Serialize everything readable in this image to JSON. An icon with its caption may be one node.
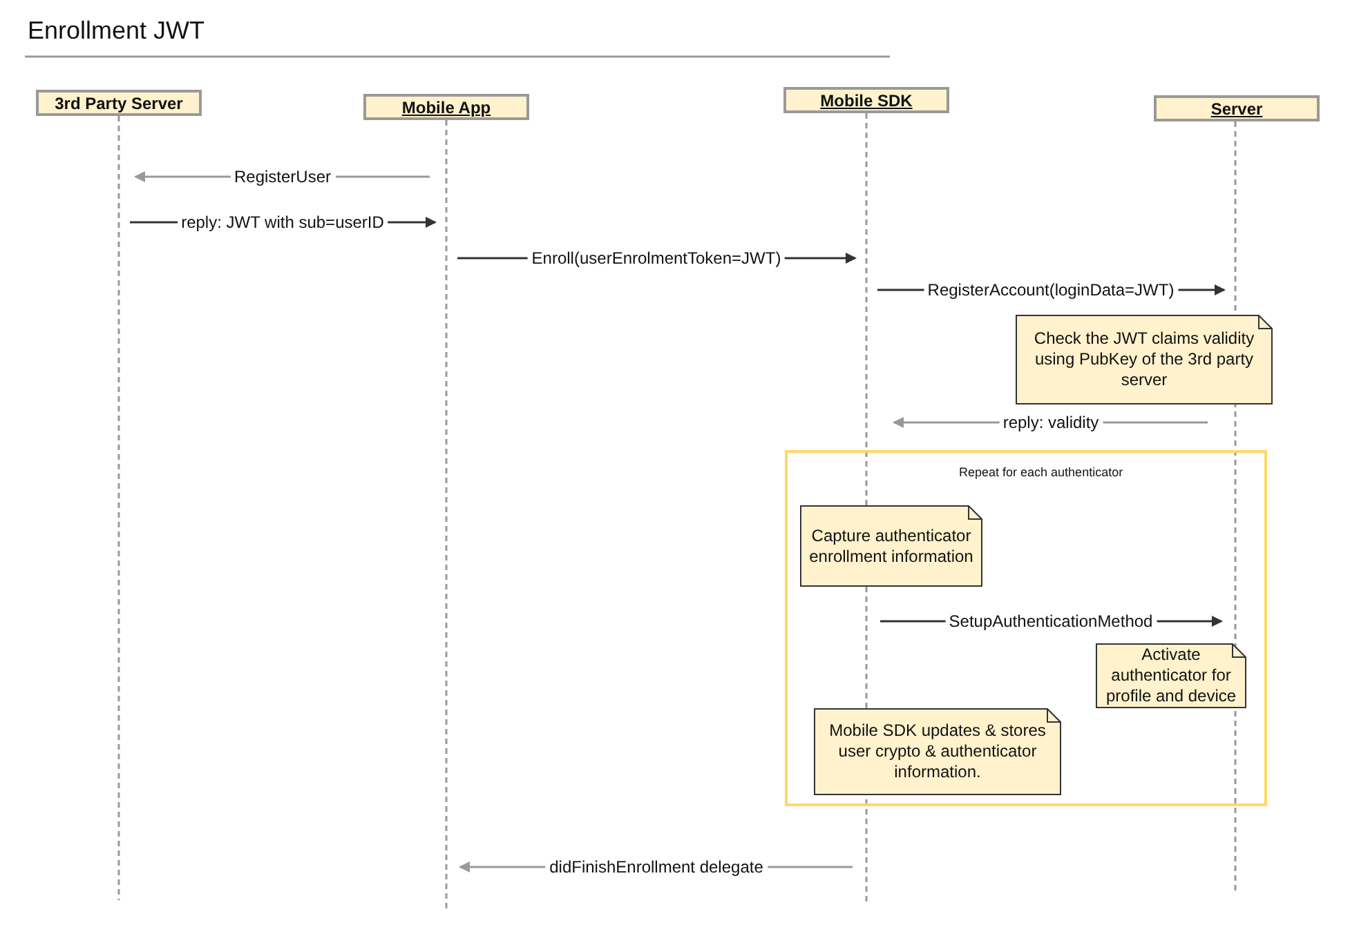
{
  "diagram": {
    "title": "Enrollment JWT",
    "nodes": [
      {
        "text": [
          "3rd Party Server"
        ]
      },
      {
        "text": [
          "Mobile App"
        ]
      },
      {
        "text": [
          "Mobile SDK"
        ]
      },
      {
        "text": [
          "Server"
        ]
      },
      {
        "text": [
          "Check the JWT claims validity using PubKey of the 3rd party server"
        ]
      },
      {
        "text": [
          "Repeat for each authenticator"
        ]
      },
      {
        "text": [
          "Capture authenticator enrollment information"
        ],
        "in": 5
      },
      {
        "text": [
          "Activate authenticator for profile and device"
        ],
        "in": 5
      },
      {
        "text": [
          "Mobile SDK updates & stores user crypto & authenticator information."
        ],
        "in": 5
      }
    ],
    "edges": [
      {
        "from": 1,
        "to": 0,
        "arrow": "to",
        "label": "RegisterUser",
        "color": "#999999"
      },
      {
        "from": 0,
        "to": 1,
        "arrow": "to",
        "label": "reply: JWT with sub=userID"
      },
      {
        "from": 1,
        "to": 2,
        "arrow": "to",
        "label": "Enroll(userEnrolmentToken=JWT)"
      },
      {
        "from": 2,
        "to": 3,
        "arrow": "to",
        "label": "RegisterAccount(loginData=JWT)"
      },
      {
        "from": 3,
        "to": 2,
        "arrow": "to",
        "label": "reply: validity",
        "color": "#999999"
      },
      {
        "from": 2,
        "to": 3,
        "arrow": "to",
        "label": "SetupAuthenticationMethod"
      },
      {
        "from": 2,
        "to": 1,
        "arrow": "to",
        "label": "didFinishEnrollment delegate",
        "color": "#999999"
      }
    ]
  }
}
